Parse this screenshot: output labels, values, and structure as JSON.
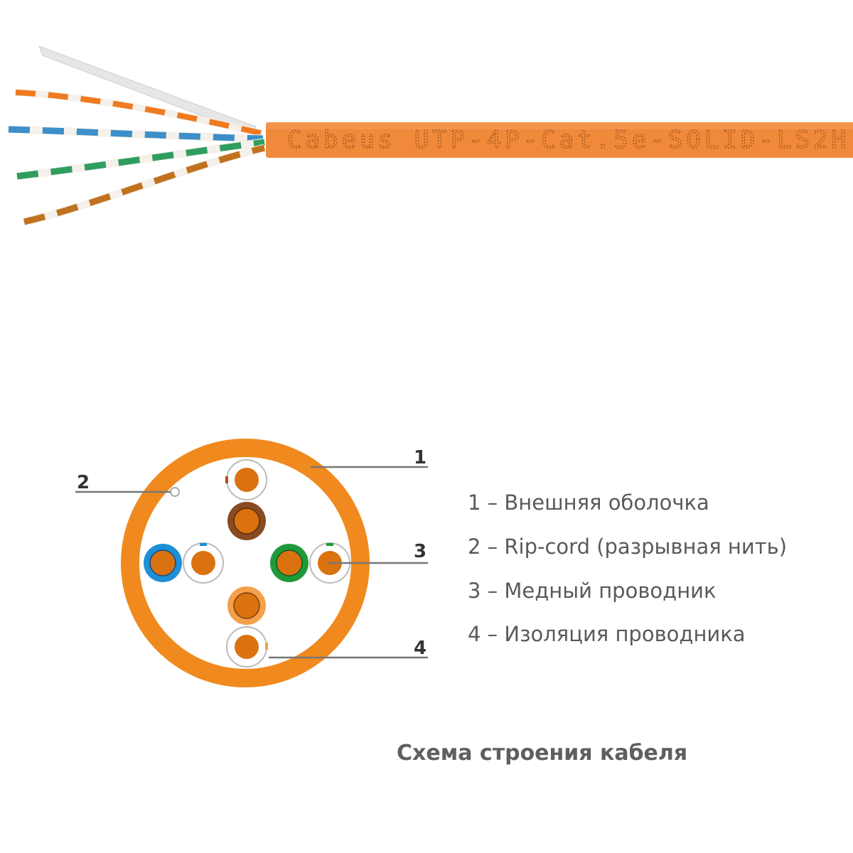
{
  "cable": {
    "marking": "Cabeus UTP-4P-Cat.5e-SOLID-LS2H",
    "jacket_color": "#f0893a"
  },
  "diagram": {
    "callouts": [
      "1",
      "2",
      "3",
      "4"
    ],
    "colors": {
      "jacket": "#f08a1e",
      "copper": "#d9720f",
      "brown": "#8a4a22",
      "blue": "#1f8fd6",
      "green": "#1f9a3a",
      "orange": "#f5a04a"
    }
  },
  "legend": [
    "1 – Внешняя оболочка",
    "2 – Rip-cord (разрывная нить)",
    "3 – Медный проводник",
    "4 – Изоляция проводника"
  ],
  "caption": "Схема строения кабеля"
}
